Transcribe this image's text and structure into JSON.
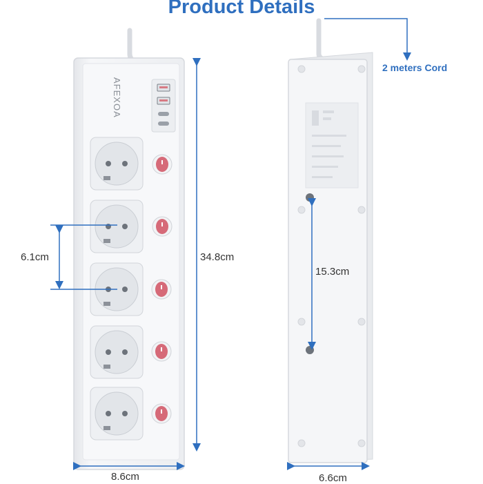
{
  "header": {
    "title": "Product Details"
  },
  "brand": {
    "name": "AFEXOA"
  },
  "dimensions": {
    "socket_spacing": "6.1cm",
    "length": "34.8cm",
    "front_width": "8.6cm",
    "hole_spacing": "15.3cm",
    "back_width": "6.6cm",
    "cord": "2 meters Cord"
  },
  "product": {
    "socket_count": 5,
    "switch_count": 5,
    "usb_a_ports": 2,
    "usb_c_ports": 2
  },
  "colors": {
    "accent": "#2f6fbf",
    "switch": "#d66a78",
    "body": "#f3f4f6"
  }
}
